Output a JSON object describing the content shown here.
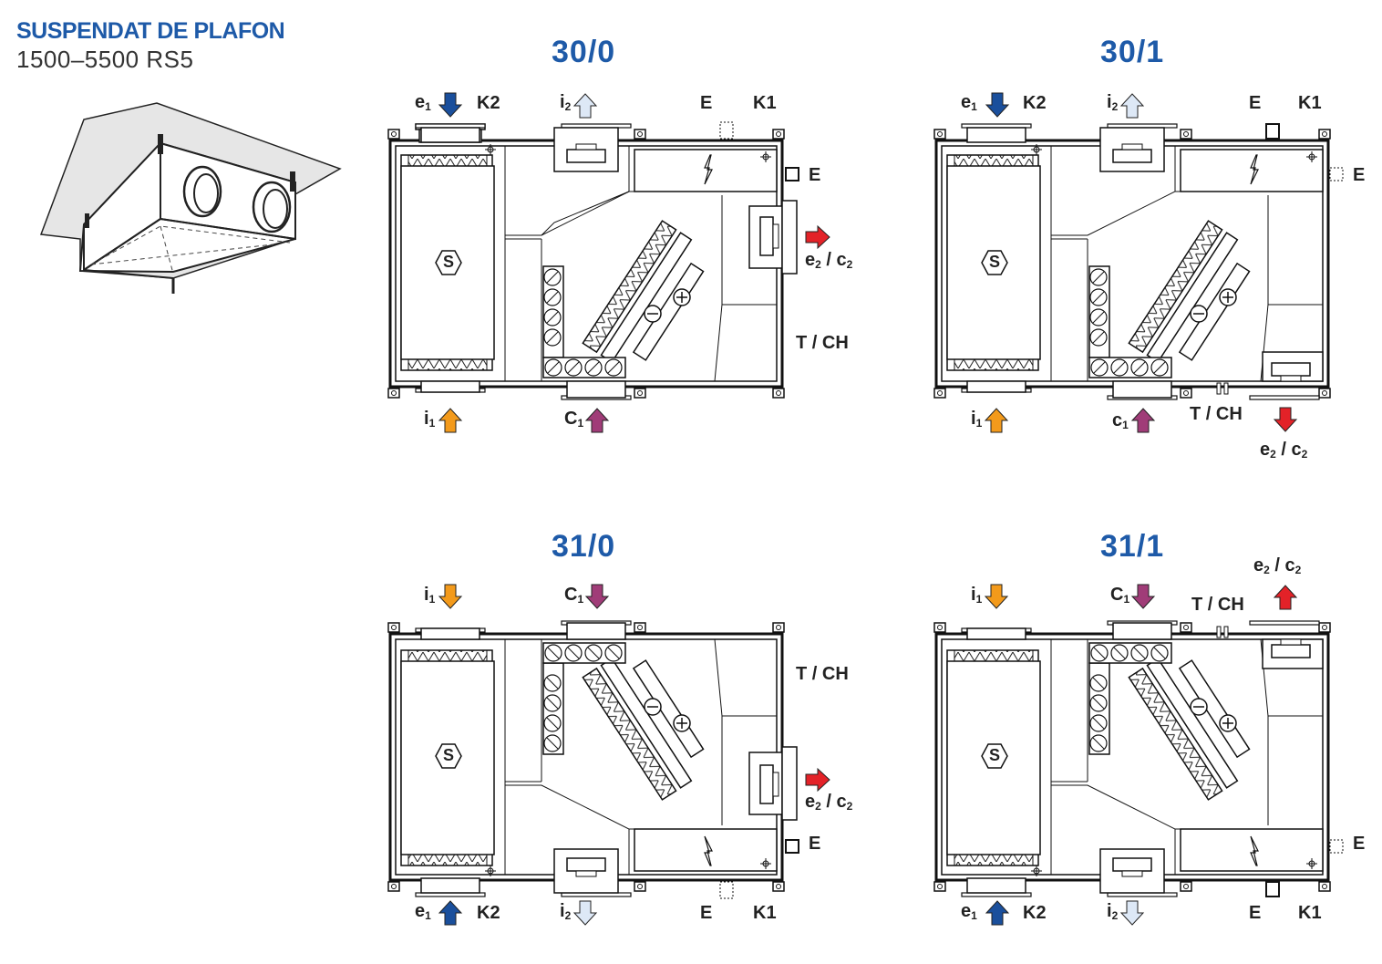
{
  "header": {
    "title": "SUSPENDAT DE PLAFON",
    "subtitle": "1500–5500 RS5"
  },
  "configurations": [
    {
      "code": "30/0",
      "labels": {
        "top_left_air": "e",
        "top_left_sub": "1",
        "top_left_tag": "K2",
        "top_mid_air": "i",
        "top_mid_sub": "2",
        "top_e": "E",
        "top_k1": "K1",
        "side_e": "E",
        "exhaust_a": "e",
        "exhaust_a_sub": "2",
        "exhaust_sep": "/",
        "exhaust_b": "c",
        "exhaust_b_sub": "2",
        "drain": "T / CH",
        "bottom_left_air": "i",
        "bottom_left_sub": "1",
        "bottom_mid_air": "C",
        "bottom_mid_sub": "1"
      }
    },
    {
      "code": "30/1",
      "labels": {
        "top_left_air": "e",
        "top_left_sub": "1",
        "top_left_tag": "K2",
        "top_mid_air": "i",
        "top_mid_sub": "2",
        "top_e": "E",
        "top_k1": "K1",
        "side_e": "E",
        "drain": "T / CH",
        "exhaust_a": "e",
        "exhaust_a_sub": "2",
        "exhaust_sep": "/",
        "exhaust_b": "c",
        "exhaust_b_sub": "2",
        "bottom_left_air": "i",
        "bottom_left_sub": "1",
        "bottom_mid_air": "c",
        "bottom_mid_sub": "1"
      }
    },
    {
      "code": "31/0",
      "labels": {
        "top_left_air": "i",
        "top_left_sub": "1",
        "top_mid_air": "C",
        "top_mid_sub": "1",
        "drain": "T / CH",
        "exhaust_a": "e",
        "exhaust_a_sub": "2",
        "exhaust_sep": "/",
        "exhaust_b": "c",
        "exhaust_b_sub": "2",
        "side_e": "E",
        "bottom_left_air": "e",
        "bottom_left_sub": "1",
        "bottom_left_tag": "K2",
        "bottom_mid_air": "i",
        "bottom_mid_sub": "2",
        "bottom_e": "E",
        "bottom_k1": "K1"
      }
    },
    {
      "code": "31/1",
      "labels": {
        "exhaust_a": "e",
        "exhaust_a_sub": "2",
        "exhaust_sep": "/",
        "exhaust_b": "c",
        "exhaust_b_sub": "2",
        "top_left_air": "i",
        "top_left_sub": "1",
        "top_mid_air": "C",
        "top_mid_sub": "1",
        "drain": "T / CH",
        "side_e": "E",
        "bottom_left_air": "e",
        "bottom_left_sub": "1",
        "bottom_left_tag": "K2",
        "bottom_mid_air": "i",
        "bottom_mid_sub": "2",
        "bottom_e": "E",
        "bottom_k1": "K1"
      }
    }
  ],
  "internal_symbols": {
    "filter_s": "S"
  },
  "colors": {
    "brand_blue": "#1e5aa8",
    "arrow_dark_blue": "#1a4f9c",
    "arrow_light_blue": "#dde8f6",
    "arrow_orange": "#f39a1b",
    "arrow_purple": "#a03c78",
    "arrow_red": "#e32228",
    "line": "#1a1a1a",
    "panel_fill": "#f4f4f4"
  }
}
